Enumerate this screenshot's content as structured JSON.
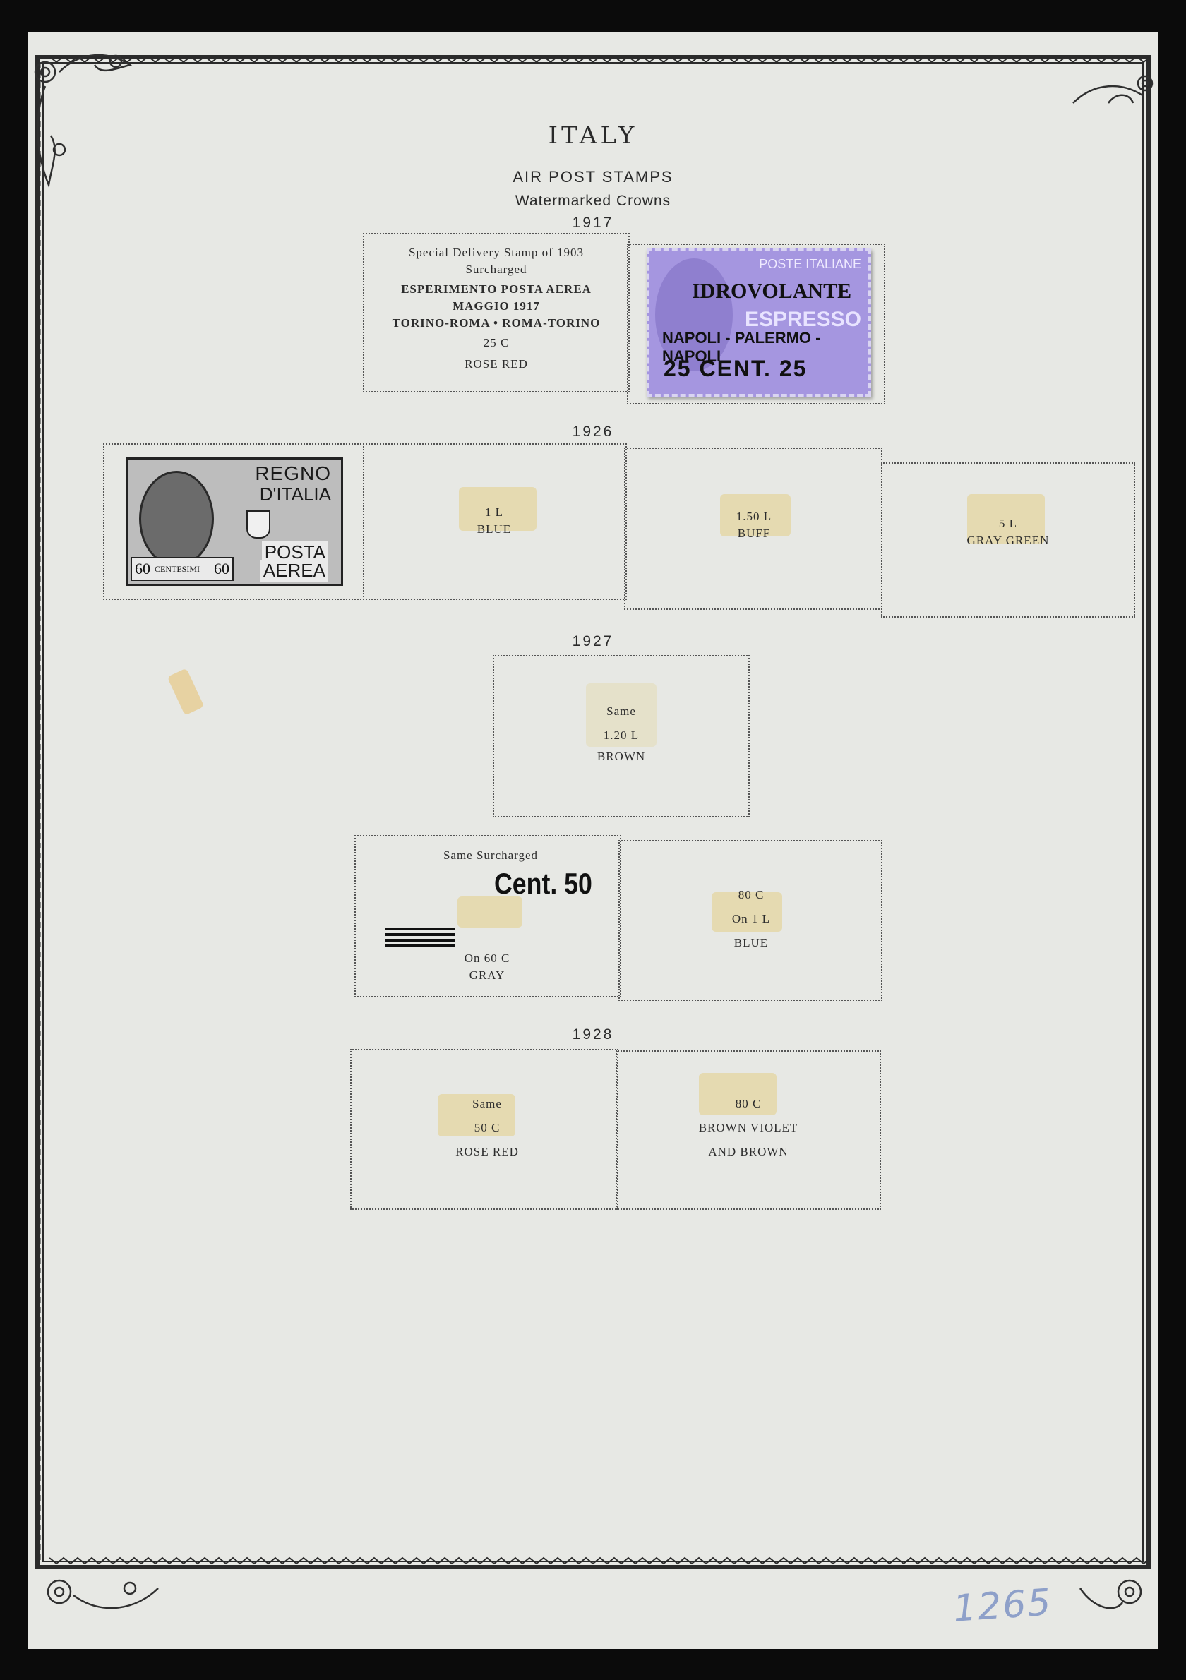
{
  "page": {
    "country": "ITALY",
    "section": "AIR POST STAMPS",
    "watermark": "Watermarked Crowns",
    "page_number": "1265"
  },
  "y1917": {
    "year": "1917",
    "desc1": "Special Delivery Stamp of 1903",
    "desc2": "Surcharged",
    "ovp1": "ESPERIMENTO POSTA AEREA",
    "ovp2": "MAGGIO 1917",
    "ovp3": "TORINO-ROMA • ROMA-TORINO",
    "value": "25 C",
    "color": "ROSE RED",
    "stamp": {
      "header": "POSTE ITALIANE",
      "label": "ESPRESSO",
      "ovp1": "IDROVOLANTE",
      "ovp2": "NAPOLI - PALERMO - NAPOLI",
      "ovp3": "25 CENT. 25",
      "color_hex": "#9a8ad8"
    }
  },
  "y1926": {
    "year": "1926",
    "illus": {
      "top1": "REGNO",
      "top2": "D'ITALIA",
      "bottom1": "POSTA",
      "bottom2": "AEREA",
      "value_left": "60",
      "value_word": "CENTESIMI",
      "value_right": "60"
    },
    "spaces": [
      {
        "value": "1 L",
        "color": "BLUE"
      },
      {
        "value": "1.50 L",
        "color": "BUFF"
      },
      {
        "value": "5 L",
        "color": "GRAY GREEN"
      }
    ]
  },
  "y1927": {
    "year": "1927",
    "single": {
      "line1": "Same",
      "value": "1.20 L",
      "color": "BROWN"
    },
    "surcharged": {
      "heading": "Same Surcharged",
      "overprint": "Cent. 50",
      "value": "On 60 C",
      "color": "GRAY"
    },
    "second": {
      "value": "80 C",
      "on": "On 1 L",
      "color": "BLUE"
    }
  },
  "y1928": {
    "year": "1928",
    "first": {
      "line1": "Same",
      "value": "50 C",
      "color": "ROSE RED"
    },
    "second": {
      "value": "80 C",
      "color1": "BROWN VIOLET",
      "color2": "AND BROWN"
    }
  }
}
